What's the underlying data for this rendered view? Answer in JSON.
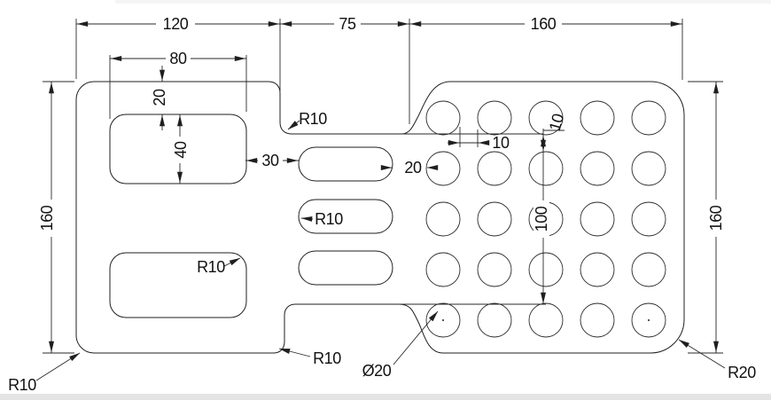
{
  "drawing": {
    "kind": "2D CAD part drawing, plate with pocket features and hole grid",
    "units_note": "dimension values as printed on the drawing",
    "accent_line_color": "#1f1f1f",
    "background_color": "#ffffff"
  },
  "dims": {
    "top_left_width": "120",
    "top_middle_width": "75",
    "top_right_width": "160",
    "pocket_width": "80",
    "pocket_top_offset": "20",
    "pocket_height": "40",
    "left_height": "160",
    "right_height": "160",
    "slot_offset": "30",
    "slot_to_hole_gap": "20",
    "hole_gap_horizontal": "10",
    "hole_gap_vertical": "10",
    "hole_grid_span": "100"
  },
  "labels": {
    "notch_fillet": "R10",
    "slot_end_radius": "R10",
    "pocket_corner_radius": "R10",
    "step_fillet": "R10",
    "corner_bottom_left": "R10",
    "hole_diameter": "Ø20",
    "corner_bottom_right": "R20"
  }
}
